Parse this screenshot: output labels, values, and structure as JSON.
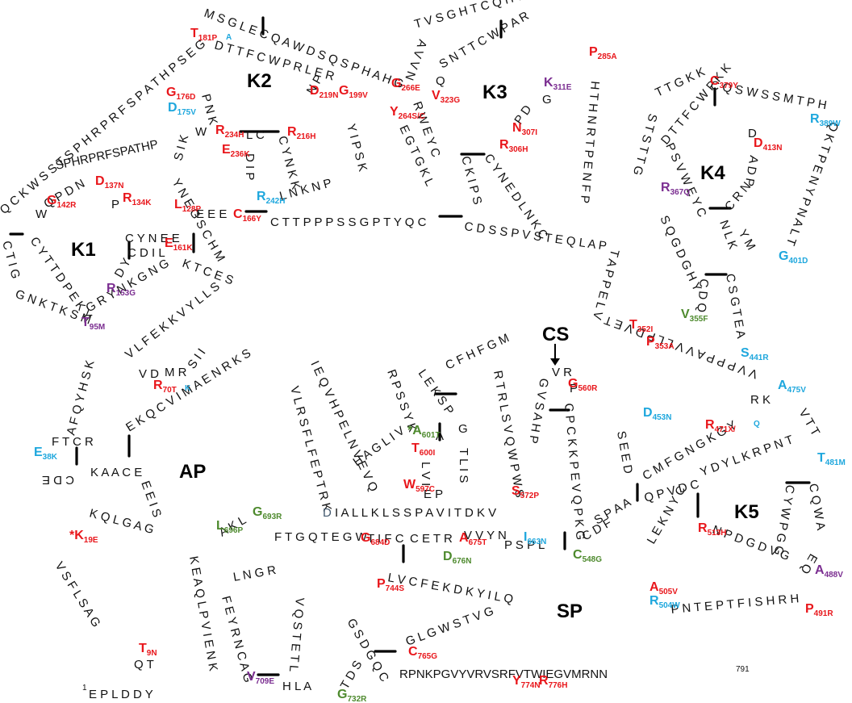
{
  "colors": {
    "red": "#e8161b",
    "blue": "#1ea7dd",
    "purple": "#7b2e91",
    "green": "#4e8a2e",
    "black": "#111111"
  },
  "domains": {
    "k1": "K1",
    "k2": "K2",
    "k3": "K3",
    "k4": "K4",
    "k5": "K5",
    "ap": "AP",
    "sp": "SP",
    "cs": "CS"
  },
  "termini": {
    "n_sup": "1",
    "n_start": "E P L D D Y",
    "c_end": "RPNKPGVYVRVSRFVTWIEGVMRNN",
    "c_sup": "791"
  },
  "segments": {
    "s01": "Q T",
    "s02": "V S F L S A G",
    "s03": "K Q L G A G",
    "s04": "E E I S",
    "s05": "K A A C E",
    "s06": "C D E",
    "s07": "F T",
    "s08": "C R",
    "s09": "A F Q Y H S K",
    "s10": "E K Q C V I M A E N R K S",
    "s11": "S I I",
    "s12": "V D",
    "s13": "M R",
    "s14": "V L F E K K V Y L L S",
    "s15": "G N K T K S M",
    "s16": "G R Y N K G N G",
    "s17": "C T I G",
    "s18": "Q C K W S S T S P H R P R F S P A T H P S E G",
    "s19": "Q P D N",
    "s20": "P",
    "s21": "W",
    "s22": "C Y T T D P E K Y",
    "s23": "C Y N E E",
    "s24": "C D I L",
    "s25": "D Y",
    "s26": "K T C E S",
    "s27": "Y N E G S C H M",
    "s28": "E E E",
    "s29": "C T T P P P S S G P T Y Q C",
    "s30": "C D S S P V S T E Q L A P",
    "s31": "T A P P E L V",
    "s32": "S I K",
    "s33": "P N K",
    "s34": "W",
    "s35": "M S G L E C Q A W D S Q S P H A H G",
    "s36": "D T T F C W P R L E R",
    "s37": "Y I P S K",
    "s38": "N P",
    "s39": "L C",
    "s40": "D I P",
    "s41": "C Y N K K",
    "s42": "L N K N P",
    "s43": "T V S G H T C Q H W S A Q T",
    "s44": "A V V N",
    "s45": "R W E Y C",
    "s46": "E G T G K L",
    "s47": "C K I P S",
    "s48": "S N T T C W P A R",
    "s49": "Q",
    "s50": "G",
    "s51": "P D",
    "s52": "C Y N E D L N K C",
    "s53": "H T H N R T P E N F P",
    "s54": "T T G K K",
    "s55": "C Q S W S S M T P H",
    "s56": "S T S T T G",
    "s57": "P S V W E Y C",
    "s58": "D T T F C W P K K",
    "s59": "D",
    "s60": "A D P",
    "s61": "C R N",
    "s62": "Q K T P E N Y P N A L T",
    "s63": "N L K",
    "s64": "Y M",
    "s65": "S Q G D G H Y",
    "s66": "C D Q",
    "s67": "C S G T E A",
    "s68": "V V P P P A V V L L P D V E T",
    "s69": "S E E D",
    "s70": "C M F G N G K G Y",
    "s71": "R K",
    "s72": "V T T",
    "s73": "Y D Y L K R P N T",
    "s74": "Q P V D C",
    "s75": "C Y W P G G",
    "s76": "C Q W A",
    "s77": "E Q",
    "s78": "L E K N Y C",
    "s79": "N P D G D V G",
    "s80": "P N T E P T F I S H R H",
    "s81": "S P A A",
    "s82": "C D F",
    "s83": "P S P L",
    "s84": "V V Y N",
    "s85": "C E T R",
    "s86": "T I F C",
    "s87": "F T G Q T E G W",
    "s88": "A K L",
    "s89": "K E A Q L P V I E N K",
    "s90": "L N G R",
    "s91": "F E Y R N C A G",
    "s92": "H L A",
    "s93": "V Q S T E T L",
    "s94": "L V C F E K D K Y I L Q",
    "s95": "G S D G Q C",
    "s96": "T D S",
    "s97": "G L G W S T V G",
    "s98": "P",
    "s99": "V R",
    "s100": "G V S A H P",
    "s101": "C P C K K P E V Q P K G",
    "s102": "C F H F G M",
    "s103": "L E K S P",
    "s104": "R P S S Y K",
    "s105": "A",
    "s106": "L V I",
    "s107": "E P",
    "s108": "T L I S",
    "s109": "G",
    "s110": "R T R L S V Q W P W S",
    "s111": "I E Q V H P E L N V E V Q",
    "s112": "V L R S F L F E P T R K",
    "s113": "H A G L I V",
    "s114": "I A L L K L S S P A V I T D K V",
    "s115": "D"
  },
  "mutations": [
    {
      "aa": "T",
      "pos": "9N",
      "color": "red"
    },
    {
      "aa": "*K",
      "pos": "19E",
      "color": "red"
    },
    {
      "aa": "E",
      "pos": "38K",
      "color": "blue"
    },
    {
      "aa": "R",
      "pos": "70T",
      "color": "red"
    },
    {
      "aa": "T",
      "pos": "95M",
      "color": "purple"
    },
    {
      "aa": "L",
      "pos": "128P",
      "color": "red"
    },
    {
      "aa": "R",
      "pos": "134K",
      "color": "red"
    },
    {
      "aa": "D",
      "pos": "137N",
      "color": "red"
    },
    {
      "aa": "G",
      "pos": "142R",
      "color": "red"
    },
    {
      "aa": "R",
      "pos": "153G",
      "color": "purple"
    },
    {
      "aa": "E",
      "pos": "161K",
      "color": "red"
    },
    {
      "aa": "C",
      "pos": "166Y",
      "color": "red"
    },
    {
      "aa": "D",
      "pos": "175V",
      "color": "blue"
    },
    {
      "aa": "G",
      "pos": "176D",
      "color": "red"
    },
    {
      "aa": "T",
      "pos": "181P",
      "color": "red"
    },
    {
      "aa": "G",
      "pos": "199V",
      "color": "red"
    },
    {
      "aa": "R",
      "pos": "216H",
      "color": "red"
    },
    {
      "aa": "D",
      "pos": "219N",
      "color": "red"
    },
    {
      "aa": "R",
      "pos": "234H",
      "color": "red"
    },
    {
      "aa": "E",
      "pos": "236K",
      "color": "red"
    },
    {
      "aa": "R",
      "pos": "242H",
      "color": "blue"
    },
    {
      "aa": "Y",
      "pos": "264S/C",
      "color": "red"
    },
    {
      "aa": "G",
      "pos": "266E",
      "color": "red"
    },
    {
      "aa": "P",
      "pos": "285A",
      "color": "red"
    },
    {
      "aa": "R",
      "pos": "306H",
      "color": "red"
    },
    {
      "aa": "N",
      "pos": "307I",
      "color": "red"
    },
    {
      "aa": "K",
      "pos": "311E",
      "color": "purple"
    },
    {
      "aa": "V",
      "pos": "323G",
      "color": "red"
    },
    {
      "aa": "T",
      "pos": "352I",
      "color": "red"
    },
    {
      "aa": "P",
      "pos": "353A",
      "color": "red"
    },
    {
      "aa": "V",
      "pos": "355F",
      "color": "green"
    },
    {
      "aa": "R",
      "pos": "367Q",
      "color": "purple"
    },
    {
      "aa": "C",
      "pos": "379Y",
      "color": "red"
    },
    {
      "aa": "R",
      "pos": "389W",
      "color": "blue"
    },
    {
      "aa": "G",
      "pos": "401D",
      "color": "blue"
    },
    {
      "aa": "D",
      "pos": "413N",
      "color": "red"
    },
    {
      "aa": "S",
      "pos": "441R",
      "color": "blue"
    },
    {
      "aa": "D",
      "pos": "453N",
      "color": "blue"
    },
    {
      "aa": "R",
      "pos": "471X/",
      "color": "red"
    },
    {
      "aa": "A",
      "pos": "475V",
      "color": "blue"
    },
    {
      "aa": "T",
      "pos": "481M",
      "color": "blue"
    },
    {
      "aa": "A",
      "pos": "488V",
      "color": "purple"
    },
    {
      "aa": "P",
      "pos": "491R",
      "color": "red"
    },
    {
      "aa": "R",
      "pos": "504W",
      "color": "blue"
    },
    {
      "aa": "A",
      "pos": "505V",
      "color": "red"
    },
    {
      "aa": "R",
      "pos": "513H",
      "color": "red"
    },
    {
      "aa": "C",
      "pos": "548G",
      "color": "green"
    },
    {
      "aa": "G",
      "pos": "560R",
      "color": "red"
    },
    {
      "aa": "S",
      "pos": "572P",
      "color": "red"
    },
    {
      "aa": "W",
      "pos": "597C",
      "color": "red"
    },
    {
      "aa": "T",
      "pos": "600I",
      "color": "red"
    },
    {
      "aa": "*A",
      "pos": "601T",
      "color": "green"
    },
    {
      "aa": "I",
      "pos": "663N",
      "color": "blue"
    },
    {
      "aa": "D",
      "pos": "676N",
      "color": "green"
    },
    {
      "aa": "A",
      "pos": "675T",
      "color": "red"
    },
    {
      "aa": "G",
      "pos": "684D",
      "color": "red"
    },
    {
      "aa": "G",
      "pos": "693R",
      "color": "green"
    },
    {
      "aa": "L",
      "pos": "696P",
      "color": "green"
    },
    {
      "aa": "V",
      "pos": "709E",
      "color": "purple"
    },
    {
      "aa": "G",
      "pos": "732R",
      "color": "green"
    },
    {
      "aa": "P",
      "pos": "744S",
      "color": "red"
    },
    {
      "aa": "C",
      "pos": "765G",
      "color": "red"
    },
    {
      "aa": "Y",
      "pos": "774N",
      "color": "red"
    },
    {
      "aa": "R",
      "pos": "776H",
      "color": "red"
    }
  ],
  "extra": {
    "slash_70_k": "K",
    "slash_181_a": "A",
    "slash_471_q": "Q"
  }
}
